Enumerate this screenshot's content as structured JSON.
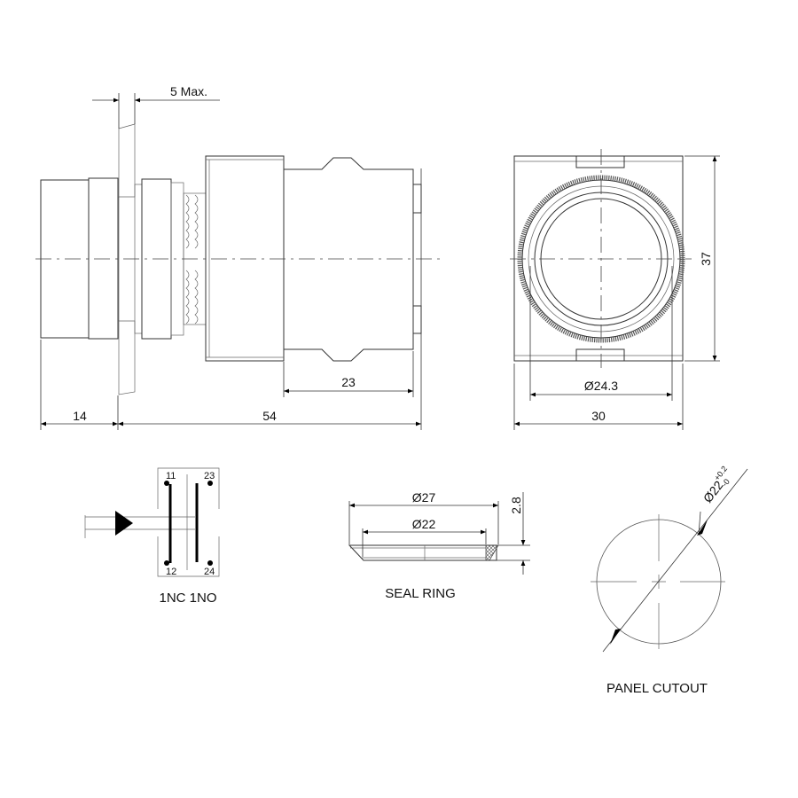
{
  "side_view": {
    "dim_panel": "5 Max.",
    "dim_front": "14",
    "dim_total": "54",
    "dim_block": "23"
  },
  "front_view": {
    "dim_height": "37",
    "dim_button": "Ø24.3",
    "dim_width": "30"
  },
  "schematic": {
    "t11": "11",
    "t12": "12",
    "t23": "23",
    "t24": "24",
    "label": "1NC 1NO"
  },
  "seal_ring": {
    "outer": "Ø27",
    "inner": "Ø22",
    "thickness": "2.8",
    "label": "SEAL RING"
  },
  "panel_cutout": {
    "dim_main": "Ø22",
    "tol_upper": "+0.2",
    "tol_lower": "-0",
    "label": "PANEL CUTOUT"
  }
}
